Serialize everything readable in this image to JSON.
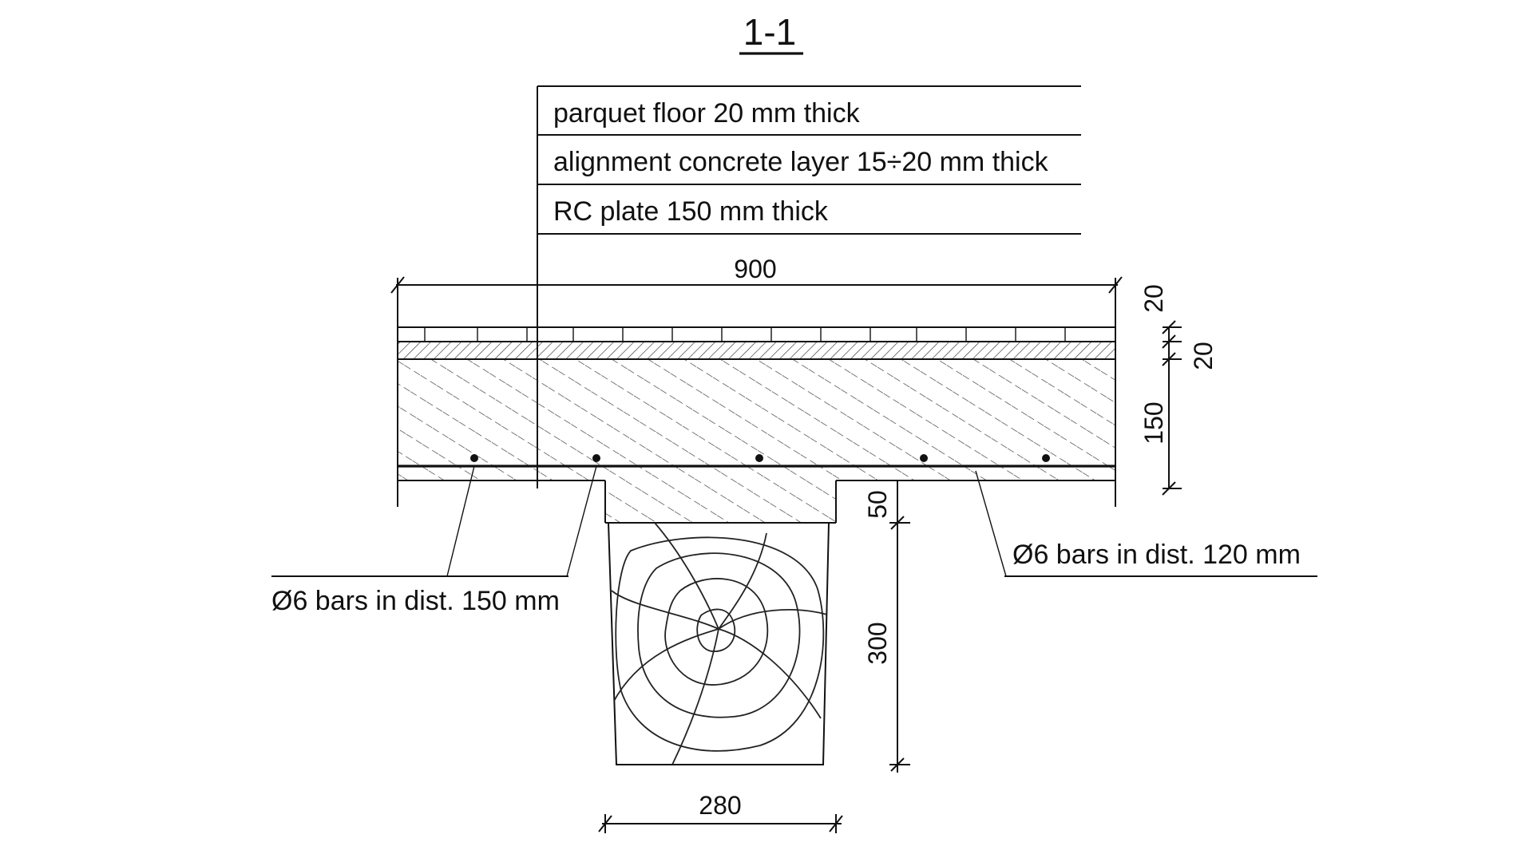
{
  "title": "1-1",
  "layers": [
    "parquet floor 20 mm thick",
    "alignment concrete layer 15÷20 mm thick",
    "RC plate 150 mm thick"
  ],
  "dimensions": {
    "total_width": "900",
    "parquet_thickness": "20",
    "alignment_thickness": "20",
    "plate_thickness": "150",
    "beam_cover": "50",
    "beam_height": "300",
    "beam_width": "280"
  },
  "notes": {
    "bars_left": "Ø6 bars in dist. 150 mm",
    "bars_right": "Ø6 bars in dist. 120 mm"
  },
  "colors": {
    "ink": "#111111",
    "paper": "#ffffff"
  }
}
